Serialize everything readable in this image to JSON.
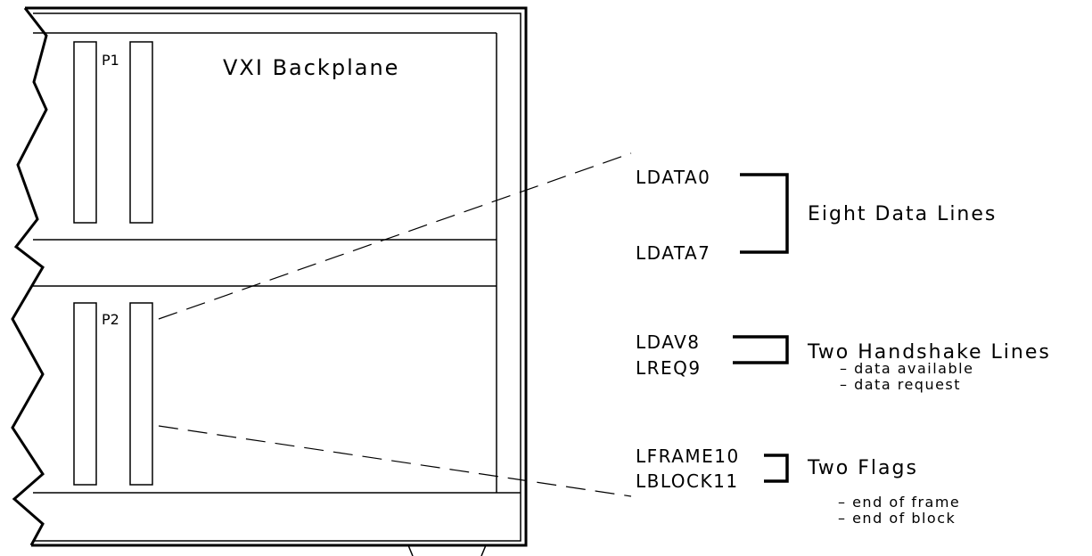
{
  "backplane": {
    "title": "VXI Backplane",
    "connector_p1": "P1",
    "connector_p2": "P2"
  },
  "signals": {
    "data_first": "LDATA0",
    "data_last": "LDATA7",
    "ldav": "LDAV8",
    "lreq": "LREQ9",
    "lframe": "LFRAME10",
    "lblock": "LBLOCK11"
  },
  "groups": {
    "data": {
      "label": "Eight Data Lines"
    },
    "handshake": {
      "label": "Two Handshake Lines",
      "items": [
        "– data available",
        "– data request"
      ]
    },
    "flags": {
      "label": "Two Flags",
      "items": [
        "– end of frame",
        "– end of block"
      ]
    }
  }
}
